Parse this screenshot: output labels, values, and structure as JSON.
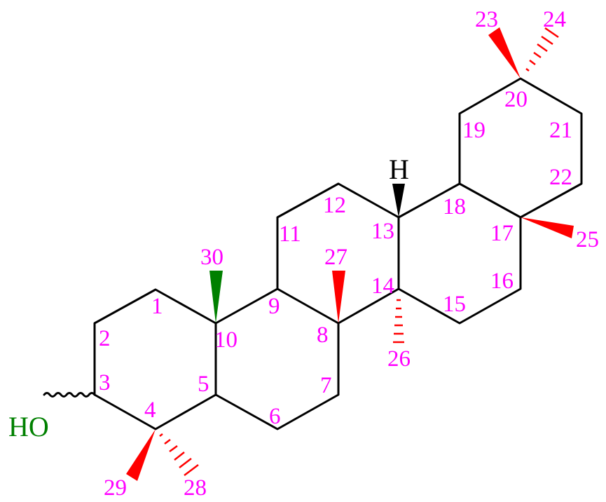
{
  "labels": {
    "n1": "1",
    "n2": "2",
    "n3": "3",
    "n4": "4",
    "n5": "5",
    "n6": "6",
    "n7": "7",
    "n8": "8",
    "n9": "9",
    "n10": "10",
    "n11": "11",
    "n12": "12",
    "n13": "13",
    "n14": "14",
    "n15": "15",
    "n16": "16",
    "n17": "17",
    "n18": "18",
    "n19": "19",
    "n20": "20",
    "n21": "21",
    "n22": "22",
    "n23": "23",
    "n24": "24",
    "n25": "25",
    "n26": "26",
    "n27": "27",
    "n28": "28",
    "n29": "29",
    "n30": "30"
  },
  "atoms": {
    "hydroxyl": "HO",
    "hydrogen": "H"
  },
  "colors": {
    "bond": "#000000",
    "locant": "#ff00ff",
    "wedge_red": "#ff0000",
    "wedge_green": "#008000",
    "hydroxyl": "#008000",
    "hydrogen": "#000000"
  }
}
